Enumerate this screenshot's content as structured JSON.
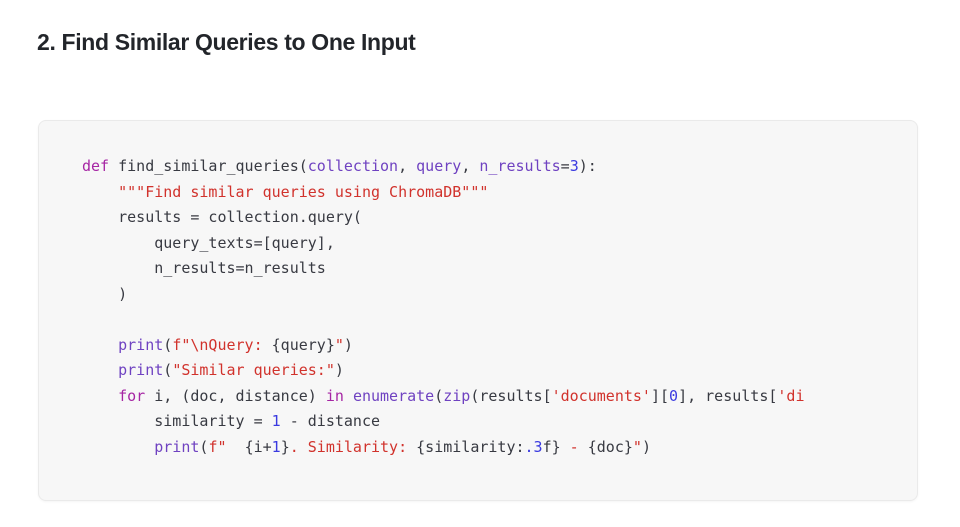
{
  "page": {
    "background_color": "#ffffff",
    "heading": "2. Find Similar Queries to One Input"
  },
  "code_block": {
    "language": "python",
    "background_color": "#f7f7f7",
    "border_color": "#eaeaea",
    "text_color": "#383a42",
    "clipped_right": true,
    "syntax_colors": {
      "keyword": "#a626a4",
      "builtin": "#6f42c1",
      "parameter": "#6f42c1",
      "string": "#d1322c",
      "number": "#3a3ae0",
      "plain": "#383a42"
    },
    "lines": [
      "def find_similar_queries(collection, query, n_results=3):",
      "    \"\"\"Find similar queries using ChromaDB\"\"\"",
      "    results = collection.query(",
      "        query_texts=[query],",
      "        n_results=n_results",
      "    )",
      "",
      "    print(f\"\\nQuery: {query}\")",
      "    print(\"Similar queries:\")",
      "    for i, (doc, distance) in enumerate(zip(results['documents'][0], results['di",
      "        similarity = 1 - distance",
      "        print(f\"  {i+1}. Similarity: {similarity:.3f} - {doc}\")"
    ]
  }
}
